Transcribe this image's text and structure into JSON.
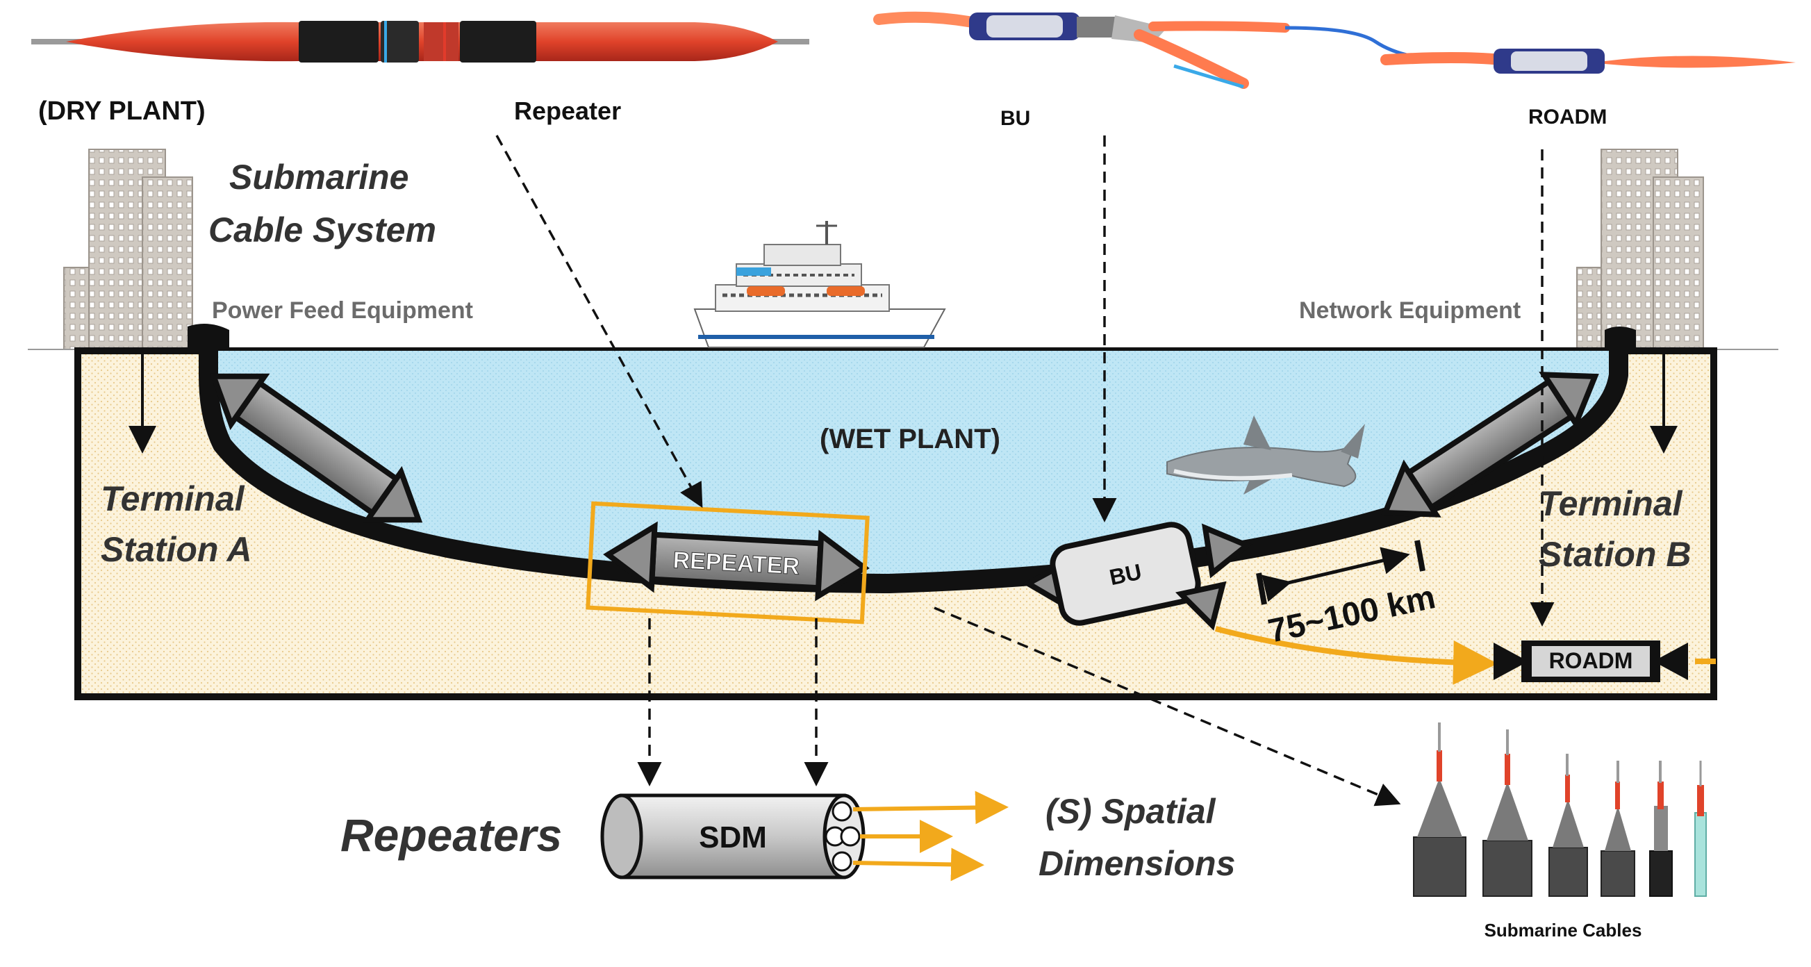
{
  "labels": {
    "dry_plant": "(DRY PLANT)",
    "repeater_top": "Repeater",
    "bu_top": "BU",
    "roadm_top": "ROADM",
    "title_line1": "Submarine",
    "title_line2": "Cable System",
    "power_feed": "Power Feed Equipment",
    "network_equipment": "Network Equipment",
    "wet_plant": "(WET PLANT)",
    "terminal_a_line1": "Terminal",
    "terminal_a_line2": "Station A",
    "terminal_b_line1": "Terminal",
    "terminal_b_line2": "Station B",
    "repeater_box": "REPEATER",
    "bu_box": "BU",
    "distance": "75~100 km",
    "roadm_box": "ROADM",
    "repeaters_big": "Repeaters",
    "sdm": "SDM",
    "spatial_line1": "(S) Spatial",
    "spatial_line2": "Dimensions",
    "submarine_cables": "Submarine Cables"
  },
  "colors": {
    "sea": "#bfe6f5",
    "sand": "#fcf3dc",
    "cable": "#111111",
    "highlight": "#f2a91c",
    "repeater_red": "#e0432a",
    "building": "#c9c3bb",
    "unit_gray": "#8e8e8e"
  }
}
